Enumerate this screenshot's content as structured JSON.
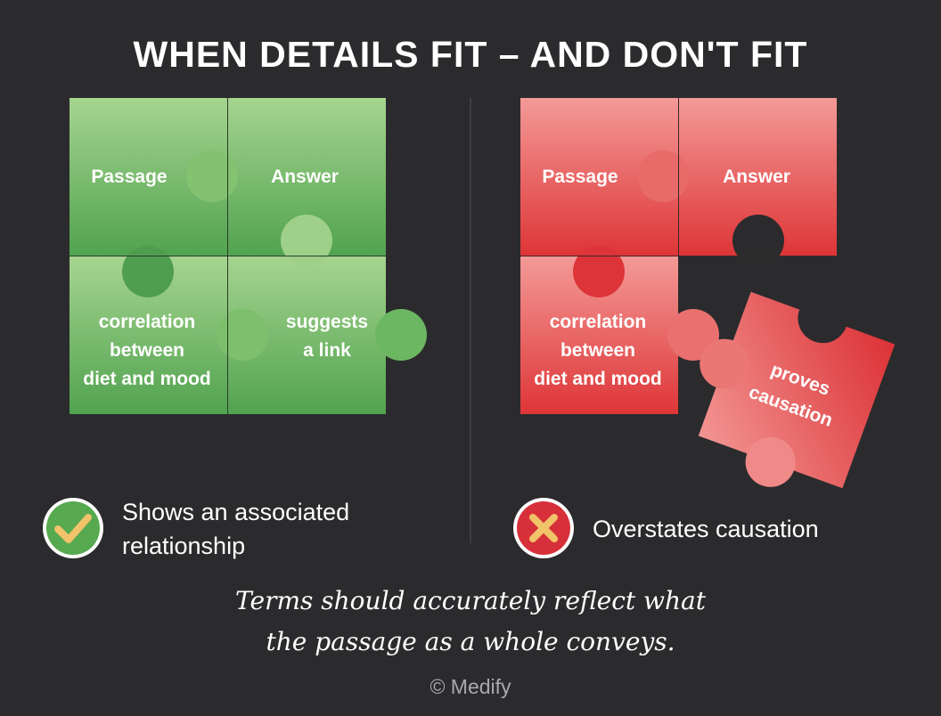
{
  "title": "WHEN DETAILS FIT – AND DON'T FIT",
  "left_panel": {
    "pieces": {
      "passage": "Passage",
      "answer": "Answer",
      "correlation": [
        "correlation",
        "between",
        "diet and mood"
      ],
      "suggests": [
        "suggests",
        "a link"
      ]
    },
    "caption": [
      "Shows an associated",
      "relationship"
    ],
    "badge_icon": "check-icon",
    "color": "#5fae5a"
  },
  "right_panel": {
    "pieces": {
      "passage": "Passage",
      "answer": "Answer",
      "correlation": [
        "correlation",
        "between",
        "diet and mood"
      ],
      "proves": [
        "proves",
        "causation"
      ]
    },
    "caption": "Overstates causation",
    "badge_icon": "x-icon",
    "color": "#e0413f"
  },
  "footnote": [
    "Terms should accurately reflect what",
    "the passage as a whole conveys."
  ],
  "copyright": "© Medify"
}
